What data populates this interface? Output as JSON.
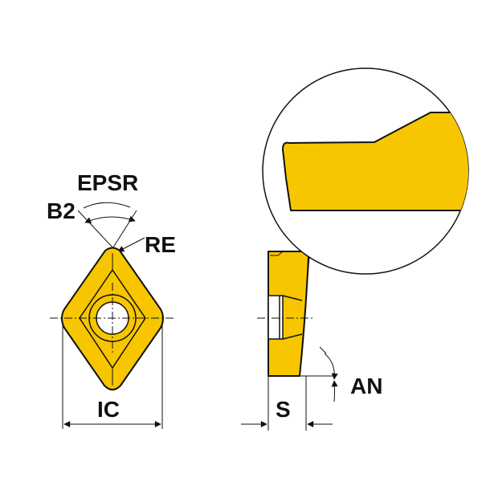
{
  "colors": {
    "insert_fill": "#f7c600",
    "line": "#111111",
    "background": "#ffffff"
  },
  "labels": {
    "epsr": "EPSR",
    "b2": "B2",
    "re": "RE",
    "ic": "IC",
    "s": "S",
    "an": "AN"
  }
}
